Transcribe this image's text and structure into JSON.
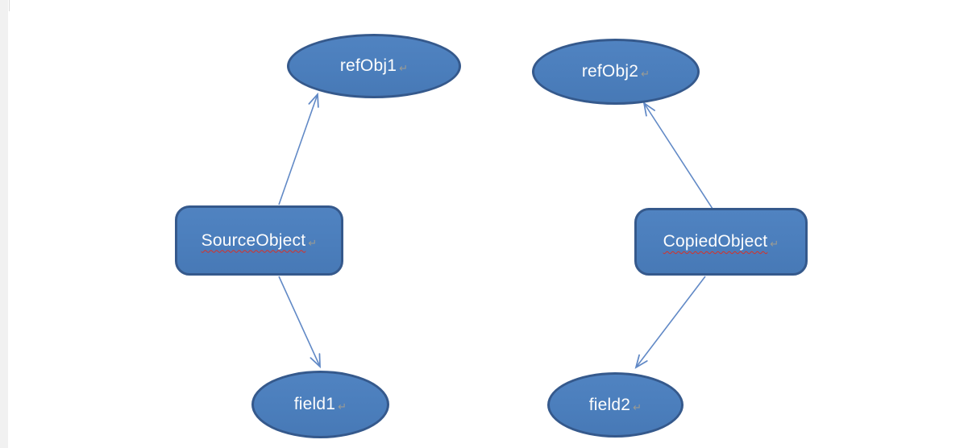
{
  "page": {
    "background_color": "#ffffff",
    "left_strip_color": "#f1f1f1"
  },
  "diagram": {
    "shape_fill_color": "#4b7ebc",
    "shape_border_color": "#35598c",
    "connector_color": "#6189c6",
    "label_color": "#fdfdfd",
    "spellcheck_underline_color": "#d93025",
    "return_mark": "↵",
    "nodes": [
      {
        "id": "refObj1",
        "label": "refObj1",
        "shape": "ellipse",
        "misspelled": false
      },
      {
        "id": "refObj2",
        "label": "refObj2",
        "shape": "ellipse",
        "misspelled": false
      },
      {
        "id": "SourceObject",
        "label": "SourceObject",
        "shape": "rounded-rectangle",
        "misspelled": true
      },
      {
        "id": "CopiedObject",
        "label": "CopiedObject",
        "shape": "rounded-rectangle",
        "misspelled": true
      },
      {
        "id": "field1",
        "label": "field1",
        "shape": "ellipse",
        "misspelled": false
      },
      {
        "id": "field2",
        "label": "field2",
        "shape": "ellipse",
        "misspelled": false
      }
    ],
    "edges": [
      {
        "from": "SourceObject",
        "to": "refObj1",
        "arrow": "open"
      },
      {
        "from": "SourceObject",
        "to": "field1",
        "arrow": "open"
      },
      {
        "from": "CopiedObject",
        "to": "refObj2",
        "arrow": "open"
      },
      {
        "from": "CopiedObject",
        "to": "field2",
        "arrow": "open"
      }
    ]
  }
}
